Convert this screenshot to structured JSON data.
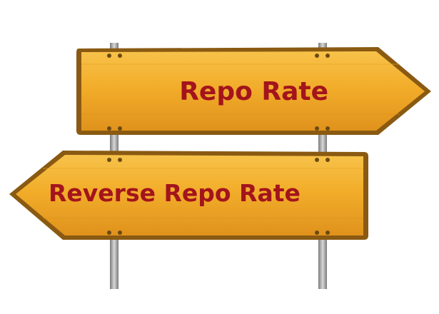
{
  "signs": {
    "top": {
      "label": "Repo Rate",
      "direction": "right"
    },
    "bottom": {
      "label": "Reverse Repo Rate",
      "direction": "left"
    }
  },
  "colors": {
    "sign_fill": "#f2ad2a",
    "sign_edge": "#8a5a12",
    "text": "#a3141c",
    "post": "#9a9a9a",
    "background": "#ffffff"
  }
}
